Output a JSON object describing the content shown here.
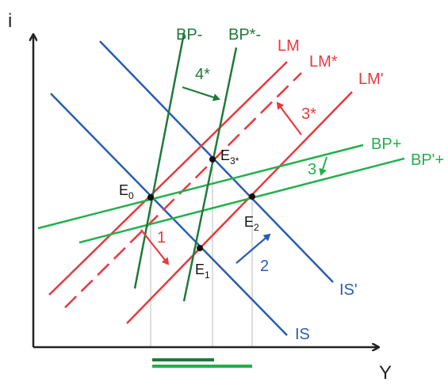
{
  "axes": {
    "y_label": "i",
    "x_label": "Y"
  },
  "curves": {
    "bp_minus": "BP",
    "bp_minus_sign": "-",
    "bp_star_minus": "BP*",
    "bp_star_minus_sign": "-",
    "lm": "LM",
    "lm_star": "LM*",
    "lm_prime": "LM'",
    "bp_plus": "BP",
    "bp_plus_sign": "+",
    "bp_prime_plus": "BP'",
    "bp_prime_plus_sign": "+",
    "is_prime": "IS'",
    "is": "IS"
  },
  "points": {
    "e0": "E",
    "e0_sub": "0",
    "e1": "E",
    "e1_sub": "1",
    "e2": "E",
    "e2_sub": "2",
    "e3": "E",
    "e3_sub": "3*"
  },
  "steps": {
    "s1": "1",
    "s2": "2",
    "s3": "3",
    "s3_star": "3*",
    "s4_star": "4*"
  },
  "colors": {
    "axis": "#222222",
    "is": "#2a5db0",
    "lm": "#e8393f",
    "bp_steep": "#1e7a3a",
    "bp_flat": "#22b04c",
    "guide": "#bbbbbb"
  }
}
